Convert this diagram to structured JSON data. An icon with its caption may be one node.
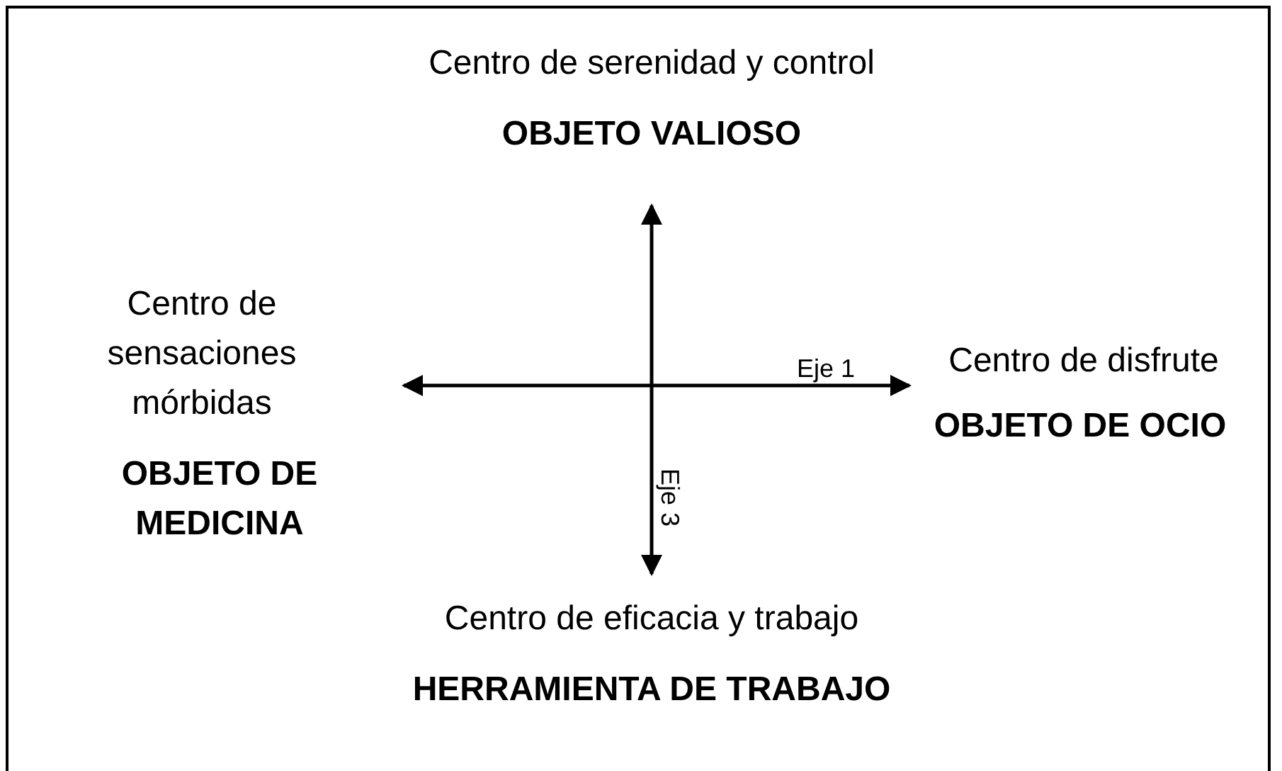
{
  "diagram": {
    "labels": [
      "Centro de serenidad y control",
      "OBJETO VALIOSO",
      "Centro de sensaciones mórbidas",
      "Centro de disfrute",
      "Eje 1",
      "OBJETO DE OCIO",
      "OBJETO DE MEDICINA",
      "Eje 3",
      "Centro de eficacia y trabajo",
      "HERRAMIENTA DE TRABAJO"
    ]
  }
}
